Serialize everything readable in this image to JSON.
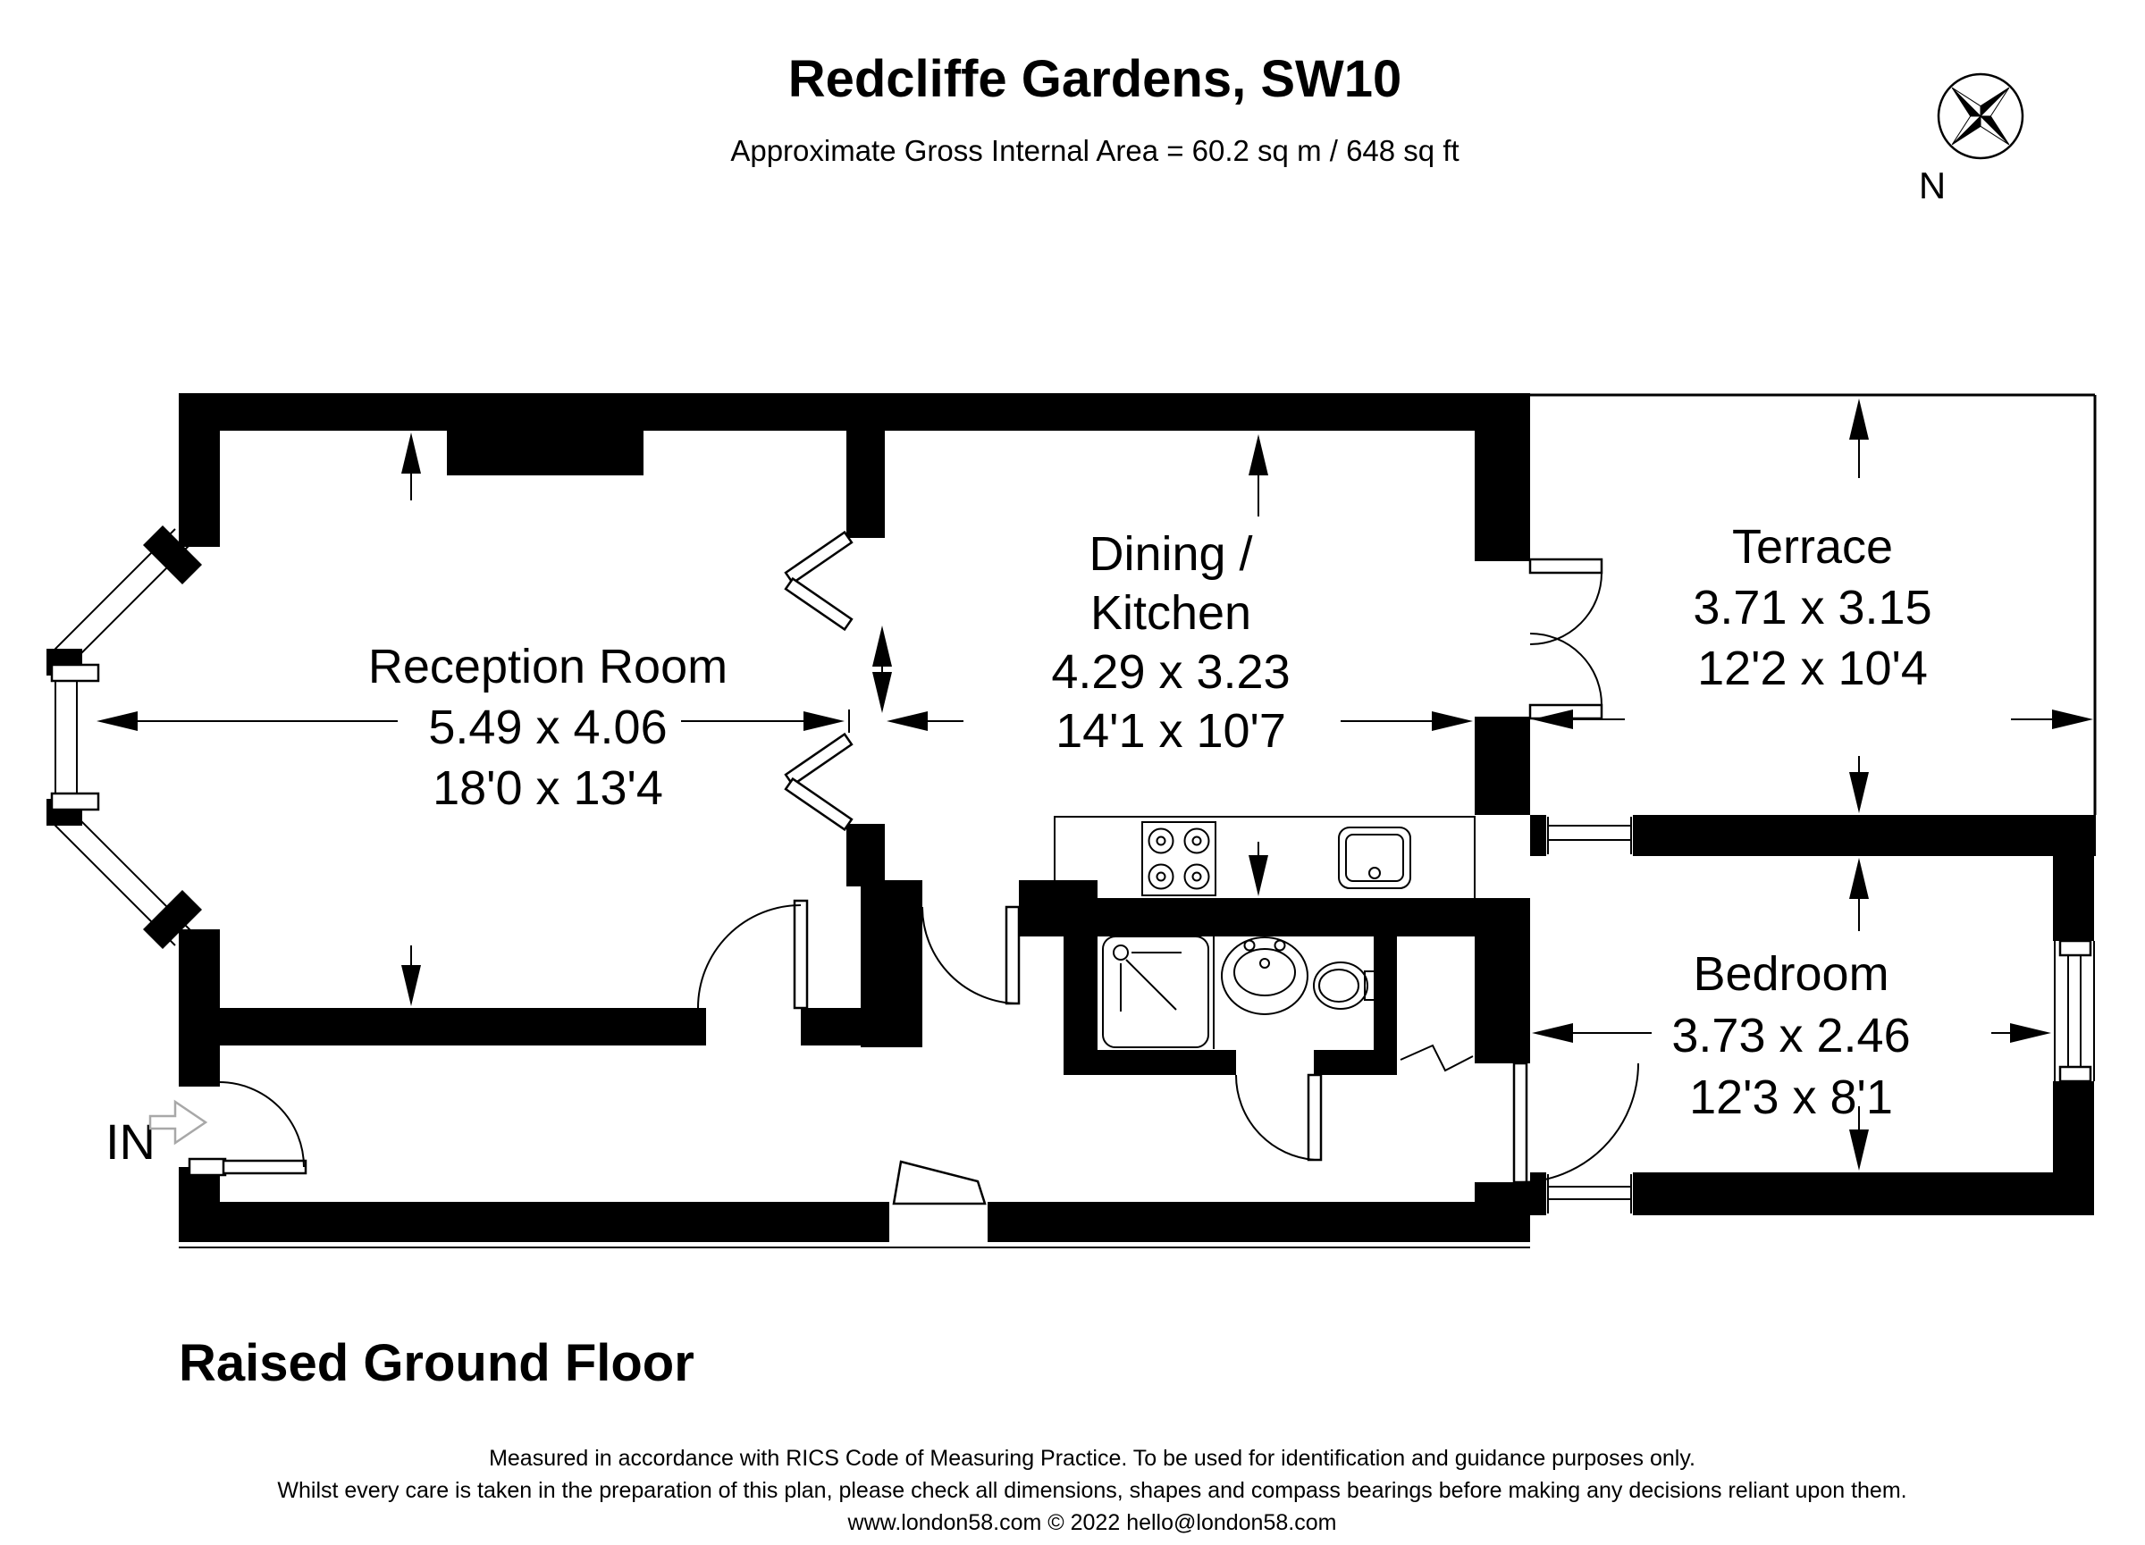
{
  "header": {
    "title": "Redcliffe Gardens, SW10",
    "subtitle": "Approximate Gross Internal Area = 60.2 sq m / 648 sq ft"
  },
  "compass": {
    "label": "N"
  },
  "rooms": {
    "reception": {
      "name": "Reception Room",
      "metric": "5.49 x 4.06",
      "imperial": "18'0 x 13'4"
    },
    "dining_kitchen": {
      "name_line1": "Dining /",
      "name_line2": "Kitchen",
      "metric": "4.29 x 3.23",
      "imperial": "14'1 x 10'7"
    },
    "terrace": {
      "name": "Terrace",
      "metric": "3.71 x 3.15",
      "imperial": "12'2 x 10'4"
    },
    "bedroom": {
      "name": "Bedroom",
      "metric": "3.73 x 2.46",
      "imperial": "12'3 x 8'1"
    }
  },
  "entrance": {
    "label": "IN"
  },
  "floor": {
    "label": "Raised Ground Floor"
  },
  "footer": {
    "line1": "Measured in accordance with RICS Code of Measuring Practice. To be used for identification and guidance purposes only.",
    "line2": "Whilst every care is taken in the preparation of this plan, please check all dimensions, shapes and compass bearings before making any decisions reliant upon them.",
    "line3": "www.london58.com © 2022 hello@london58.com"
  },
  "colors": {
    "wall": "#000000",
    "background": "#ffffff"
  }
}
